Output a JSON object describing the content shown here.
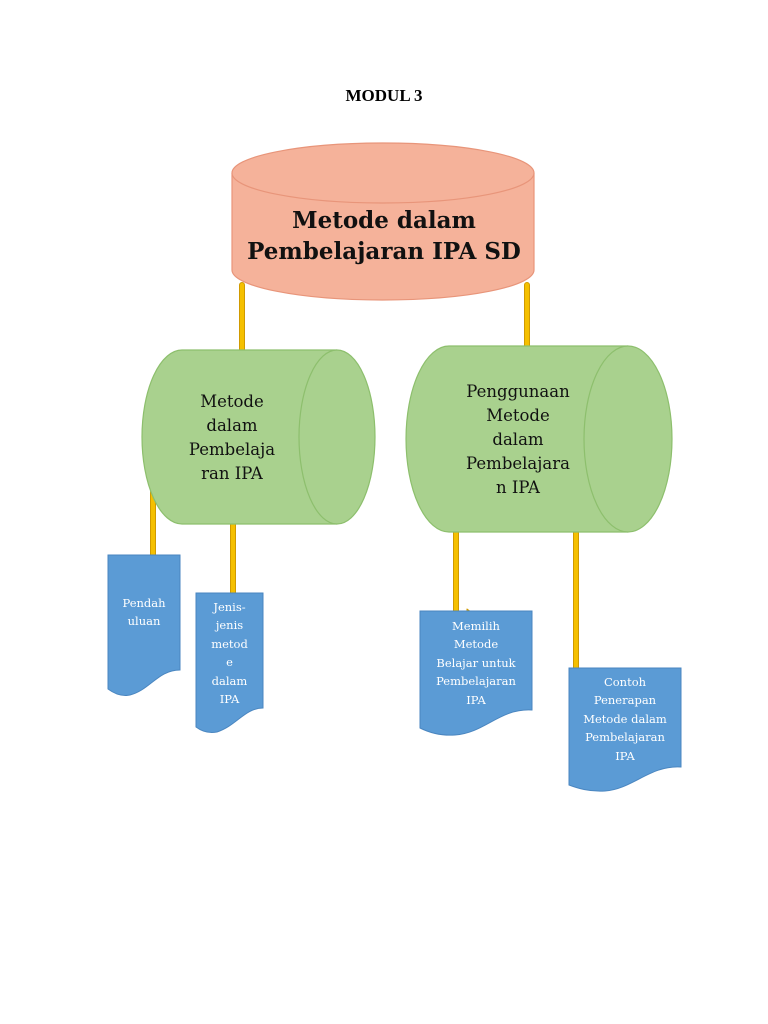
{
  "page": {
    "heading": "MODUL 3"
  },
  "diagram": {
    "root": {
      "label": "Metode dalam\nPembelajaran IPA SD"
    },
    "branches": [
      {
        "label": "Metode\ndalam\nPembelaja\nran IPA",
        "children": [
          {
            "label": "Pendah\nuluan"
          },
          {
            "label": "Jenis-\njenis\nmetod\ne\ndalam\nIPA"
          }
        ]
      },
      {
        "label": "Penggunaan\nMetode\ndalam\nPembelajara\nn IPA",
        "children": [
          {
            "label": "Memilih\nMetode\nBelajar untuk\nPembelajaran\nIPA"
          },
          {
            "label": "Contoh\nPenerapan\nMetode dalam\nPembelajaran\nIPA"
          }
        ]
      }
    ]
  },
  "colors": {
    "root_fill": "#f5b29a",
    "root_stroke": "#e8957a",
    "branch_fill": "#a9d18e",
    "branch_stroke": "#8dbf6d",
    "doc_fill": "#5b9bd5",
    "doc_stroke": "#4a86c0",
    "connector": "#f5c000",
    "connector_outline": "#d09a00"
  }
}
